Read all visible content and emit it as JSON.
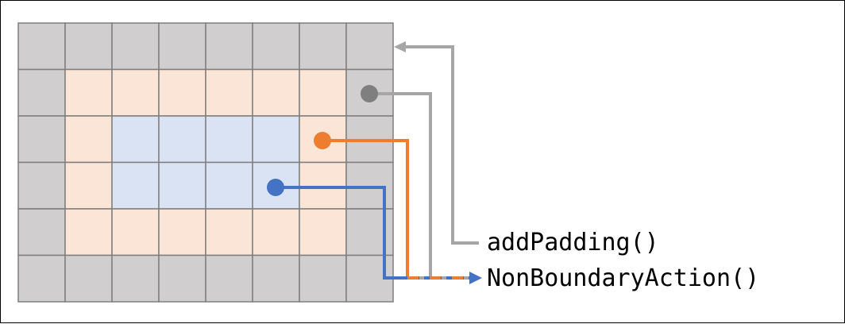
{
  "diagram": {
    "grid": {
      "rows": 6,
      "cols": 8,
      "colors": {
        "padding": "#d0cece",
        "boundary": "#fbe5d6",
        "interior": "#dae3f3",
        "gridline": "#7f7f7f"
      },
      "cell_types": [
        [
          "padding",
          "padding",
          "padding",
          "padding",
          "padding",
          "padding",
          "padding",
          "padding"
        ],
        [
          "padding",
          "boundary",
          "boundary",
          "boundary",
          "boundary",
          "boundary",
          "boundary",
          "padding"
        ],
        [
          "padding",
          "boundary",
          "interior",
          "interior",
          "interior",
          "interior",
          "boundary",
          "padding"
        ],
        [
          "padding",
          "boundary",
          "interior",
          "interior",
          "interior",
          "interior",
          "boundary",
          "padding"
        ],
        [
          "padding",
          "boundary",
          "boundary",
          "boundary",
          "boundary",
          "boundary",
          "boundary",
          "padding"
        ],
        [
          "padding",
          "padding",
          "padding",
          "padding",
          "padding",
          "padding",
          "padding",
          "padding"
        ]
      ]
    },
    "labels": {
      "add_padding": "addPadding()",
      "non_boundary_action": "NonBoundaryAction()"
    },
    "connectors": {
      "padding": {
        "color": "#a6a6a6",
        "dot_color": "#7f7f7f"
      },
      "boundary": {
        "color": "#ed7d31"
      },
      "interior": {
        "color": "#4472c4"
      }
    }
  }
}
